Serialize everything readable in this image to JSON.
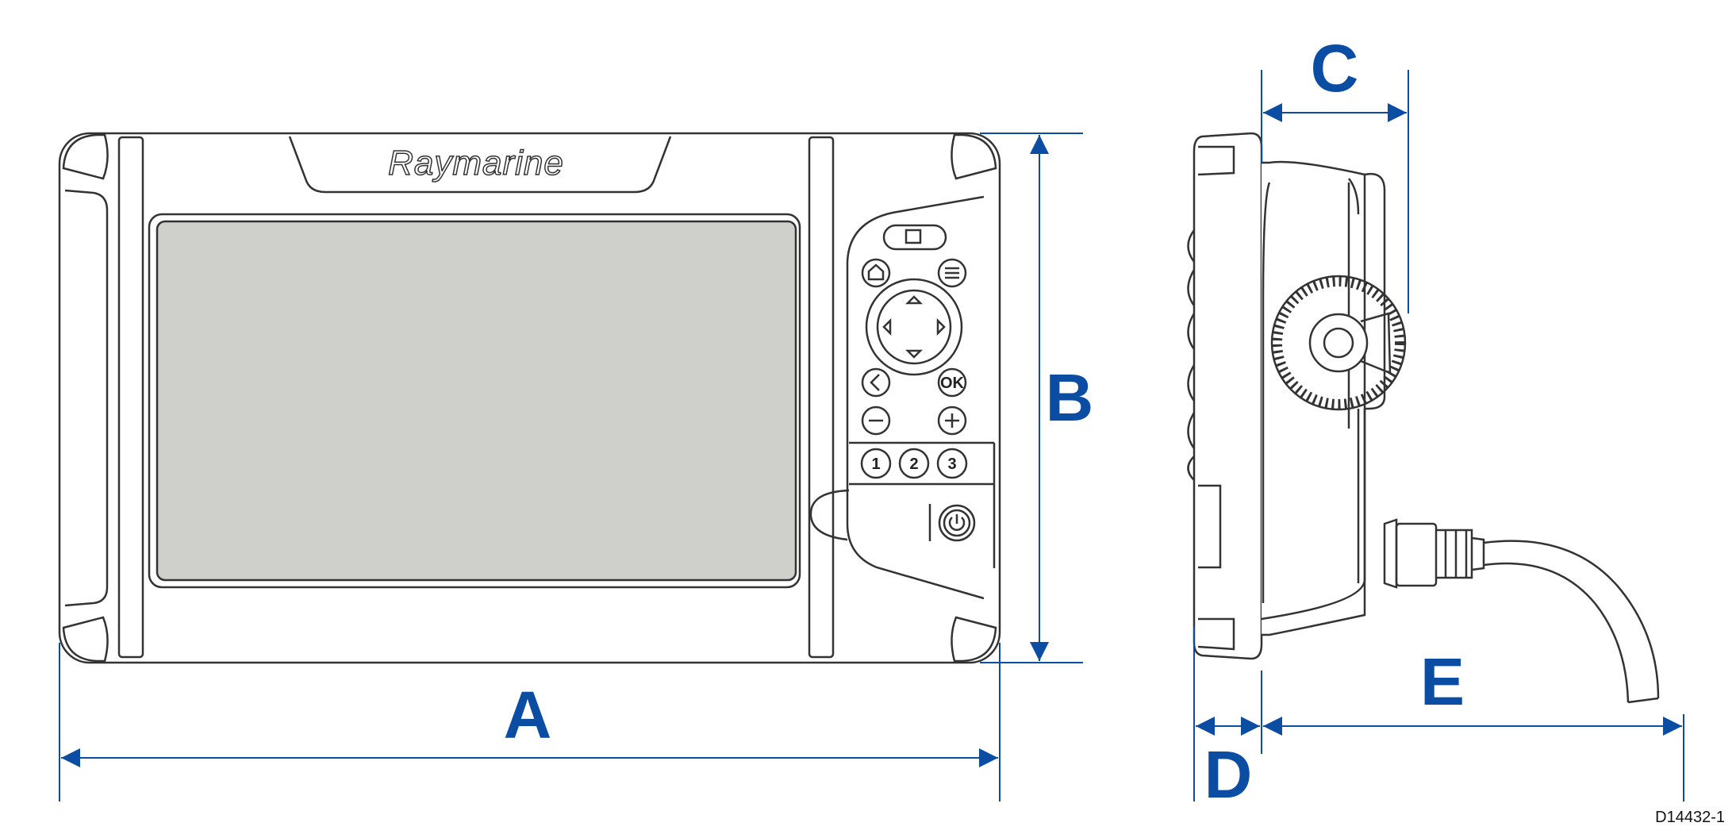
{
  "brand": "Raymarine",
  "dimensions": [
    "A",
    "B",
    "C",
    "D",
    "E"
  ],
  "buttons": {
    "ok": "OK",
    "one": "1",
    "two": "2",
    "three": "3"
  },
  "reference": "D14432-1",
  "colors": {
    "dimension": "#0a4da2",
    "outline": "#333333",
    "screen": "#cfd0cc"
  }
}
